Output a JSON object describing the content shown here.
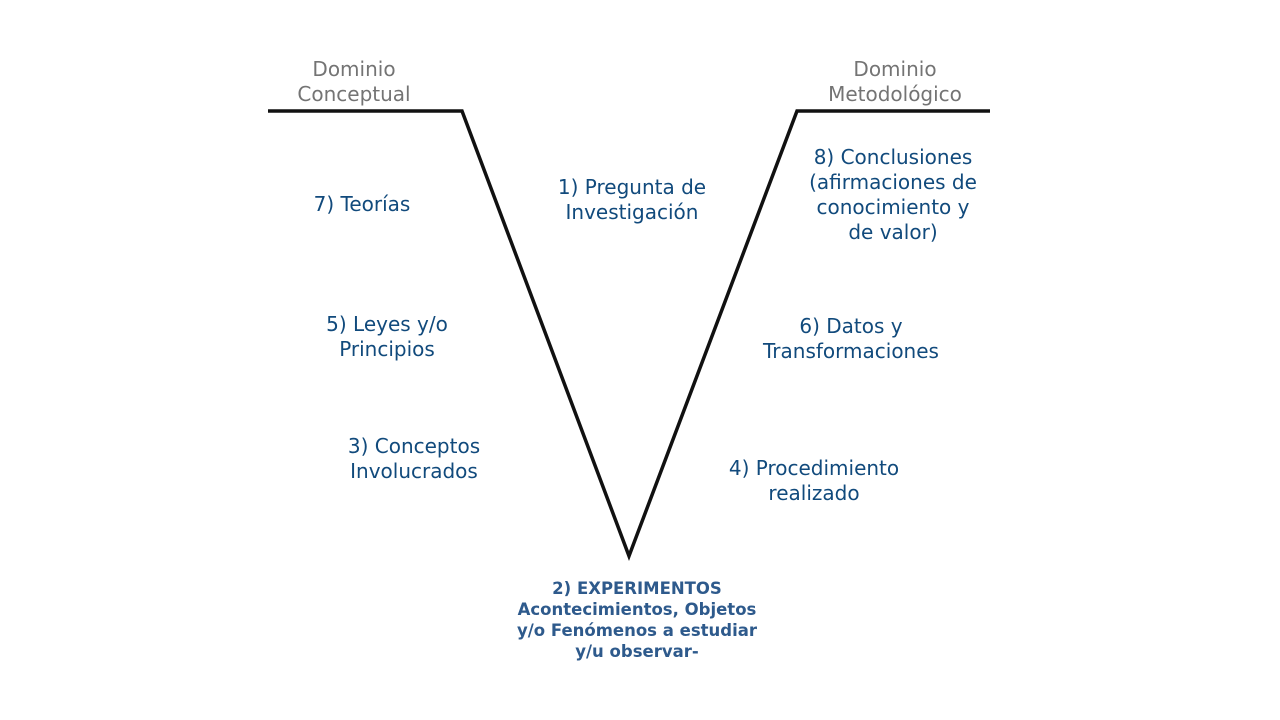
{
  "domains": {
    "conceptual": [
      "Dominio",
      "Conceptual"
    ],
    "methodological": [
      "Dominio",
      "Metodológico"
    ]
  },
  "nodes": {
    "question": [
      "1) Pregunta de",
      "Investigación"
    ],
    "experiments": [
      "2) EXPERIMENTOS",
      "Acontecimientos, Objetos",
      "y/o Fenómenos a estudiar",
      "y/u observar-"
    ],
    "concepts": [
      "3) Conceptos",
      "Involucrados"
    ],
    "procedure": [
      "4) Procedimiento",
      "realizado"
    ],
    "laws": [
      "5) Leyes y/o",
      "Principios"
    ],
    "data": [
      "6) Datos y",
      "Transformaciones"
    ],
    "theories": [
      "7) Teorías"
    ],
    "conclusions": [
      "8) Conclusiones",
      "(afirmaciones de",
      "conocimiento y",
      "de valor)"
    ]
  },
  "colors": {
    "text_blue": "#114a7c",
    "experiments_blue": "#2e5a8c",
    "domain_gray": "#747474",
    "line": "#111111"
  }
}
